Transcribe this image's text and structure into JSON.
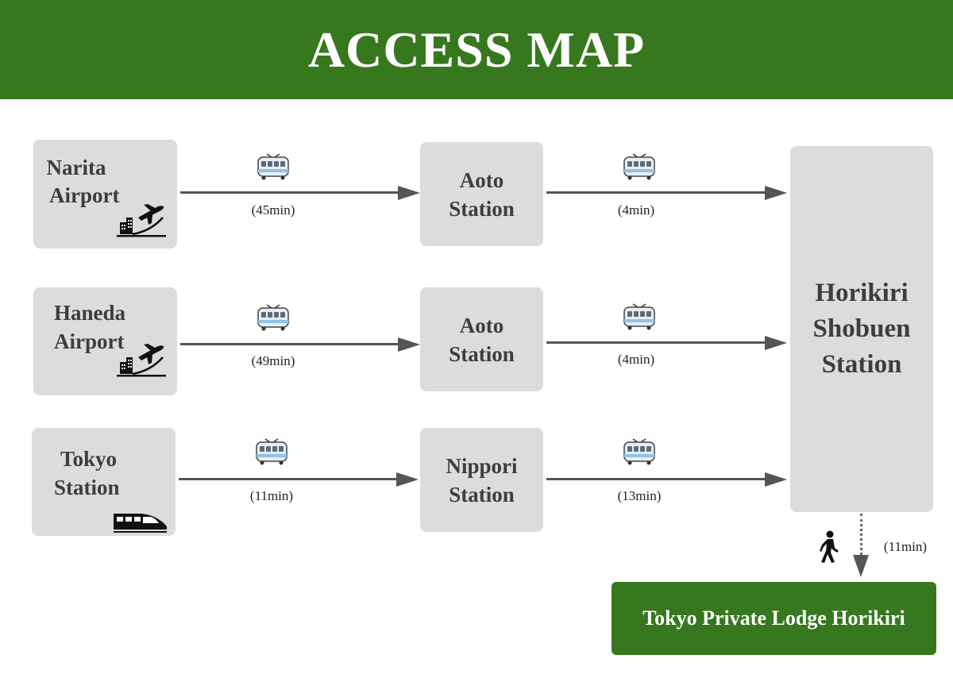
{
  "header": {
    "title": "ACCESS MAP"
  },
  "rows": [
    {
      "origin": {
        "line1": "Narita",
        "line2": "Airport",
        "icon": "airport-icon"
      },
      "first_leg": {
        "mode": "train-icon",
        "duration": "(45min)"
      },
      "transfer": {
        "line1": "Aoto",
        "line2": "Station"
      },
      "second_leg": {
        "mode": "train-icon",
        "duration": "(4min)"
      }
    },
    {
      "origin": {
        "line1": "Haneda",
        "line2": "Airport",
        "icon": "airport-icon"
      },
      "first_leg": {
        "mode": "train-icon",
        "duration": "(49min)"
      },
      "transfer": {
        "line1": "Aoto",
        "line2": "Station"
      },
      "second_leg": {
        "mode": "train-icon",
        "duration": "(4min)"
      }
    },
    {
      "origin": {
        "line1": "Tokyo",
        "line2": "Station",
        "icon": "shinkansen-icon"
      },
      "first_leg": {
        "mode": "train-icon",
        "duration": "(11min)"
      },
      "transfer": {
        "line1": "Nippori",
        "line2": "Station"
      },
      "second_leg": {
        "mode": "train-icon",
        "duration": "(13min)"
      }
    }
  ],
  "hub": {
    "line1": "Horikiri",
    "line2": "Shobuen",
    "line3": "Station"
  },
  "walk": {
    "mode": "walking-person-icon",
    "duration": "(11min)"
  },
  "destination": {
    "name": "Tokyo Private Lodge Horikiri"
  },
  "colors": {
    "brand_green": "#37781f",
    "box_gray": "#dcdcdc",
    "arrow_gray": "#555555"
  }
}
